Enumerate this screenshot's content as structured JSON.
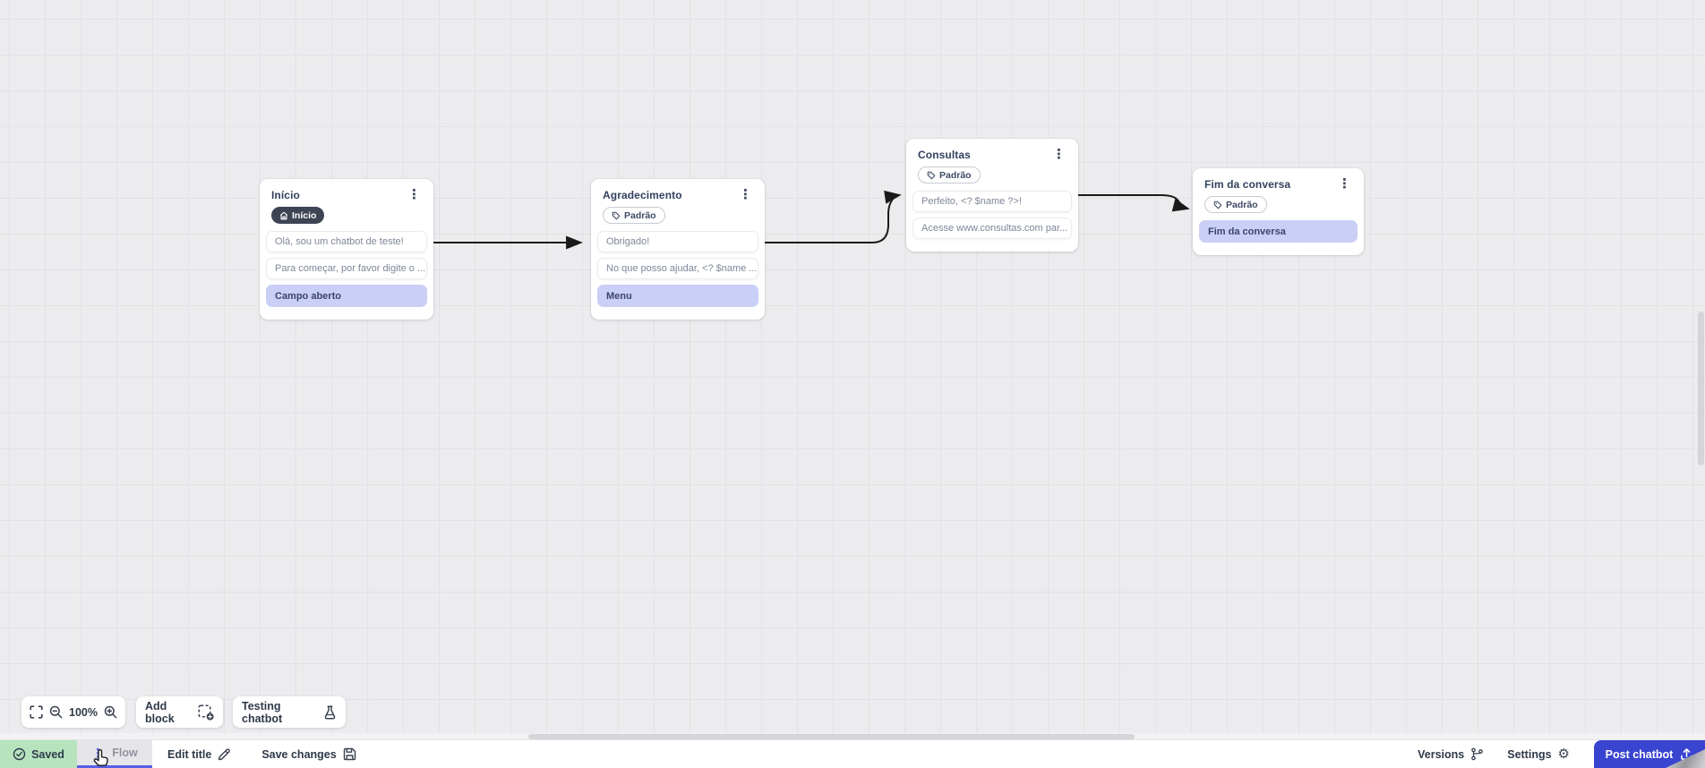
{
  "canvas": {
    "nodes": [
      {
        "title": "Início",
        "badge_label": "Início",
        "badge_style": "start",
        "messages": [
          "Olá, sou um chatbot de teste!",
          "Para começar, por favor digite o ..."
        ],
        "action": "Campo aberto"
      },
      {
        "title": "Agradecimento",
        "badge_label": "Padrão",
        "badge_style": "default",
        "messages": [
          "Obrigado!",
          "No que posso ajudar, <? $name ..."
        ],
        "action": "Menu"
      },
      {
        "title": "Consultas",
        "badge_label": "Padrão",
        "badge_style": "default",
        "messages": [
          "Perfeito, <? $name ?>!",
          "Acesse www.consultas.com par..."
        ]
      },
      {
        "title": "Fim da conversa",
        "badge_label": "Padrão",
        "badge_style": "default",
        "messages": [],
        "action": "Fim da conversa"
      }
    ]
  },
  "toolbar": {
    "zoom_level": "100%",
    "add_block_label": "Add block",
    "testing_label": "Testing chatbot"
  },
  "statusbar": {
    "saved_label": "Saved",
    "flow_tab_label": "Flow",
    "edit_title_label": "Edit title",
    "save_changes_label": "Save changes",
    "versions_label": "Versions",
    "settings_label": "Settings",
    "post_label": "Post chatbot"
  },
  "icons": {
    "kebab": "⋮",
    "gear": "⚙"
  },
  "colors": {
    "canvas_bg": "#ececee",
    "grid_line": "#e2e2e6",
    "highlight_lavender": "#c9cff5",
    "saved_green": "#b7e4bd",
    "tab_accent": "#575ee8",
    "post_blue": "#3944d1",
    "dark_badge": "#3d4454",
    "arrow": "#1a1a1a"
  }
}
